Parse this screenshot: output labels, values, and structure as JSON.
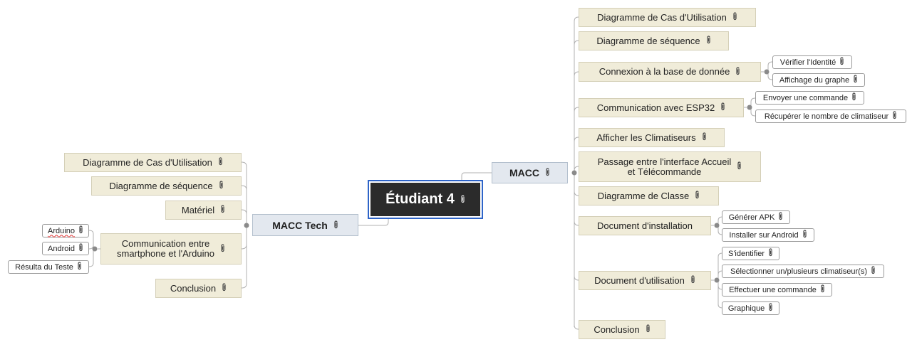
{
  "central": {
    "label": "Étudiant 4"
  },
  "macc": {
    "label": "MACC",
    "items": [
      {
        "label": "Diagramme de Cas d'Utilisation"
      },
      {
        "label": "Diagramme de séquence"
      },
      {
        "label": "Connexion à la base de donnée",
        "children": [
          {
            "label": "Vérifier l'Identité"
          },
          {
            "label": "Affichage du graphe"
          }
        ]
      },
      {
        "label": "Communication avec ESP32",
        "children": [
          {
            "label": "Envoyer une commande"
          },
          {
            "label": "Récupérer le nombre de climatiseur"
          }
        ]
      },
      {
        "label": "Afficher les Climatiseurs"
      },
      {
        "label": "Passage entre l'interface Accueil\net Télécommande"
      },
      {
        "label": "Diagramme de Classe"
      },
      {
        "label": "Document d'installation",
        "children": [
          {
            "label": "Générer APK"
          },
          {
            "label": "Installer sur Android"
          }
        ]
      },
      {
        "label": "Document d'utilisation",
        "children": [
          {
            "label": "S'identifier"
          },
          {
            "label": "Sélectionner un/plusieurs climatiseur(s)"
          },
          {
            "label": "Effectuer une commande"
          },
          {
            "label": "Graphique"
          }
        ]
      },
      {
        "label": "Conclusion"
      }
    ]
  },
  "macc_tech": {
    "label": "MACC Tech",
    "items": [
      {
        "label": "Diagramme de Cas d'Utilisation"
      },
      {
        "label": "Diagramme de séquence"
      },
      {
        "label": "Matériel"
      },
      {
        "label": "Communication entre\nsmartphone et l'Arduino",
        "children": [
          {
            "label": "Arduino"
          },
          {
            "label": "Android"
          },
          {
            "label": "Résulta du Teste"
          }
        ]
      },
      {
        "label": "Conclusion"
      }
    ]
  },
  "icons": {
    "attachment": "paperclip-icon",
    "collapse": "collapse-joint-icon"
  },
  "colors": {
    "topic_bg": "#f0ecd9",
    "branch_bg": "#e3e8ef",
    "central_bg": "#2b2b2b",
    "selection": "#2e64c8"
  }
}
